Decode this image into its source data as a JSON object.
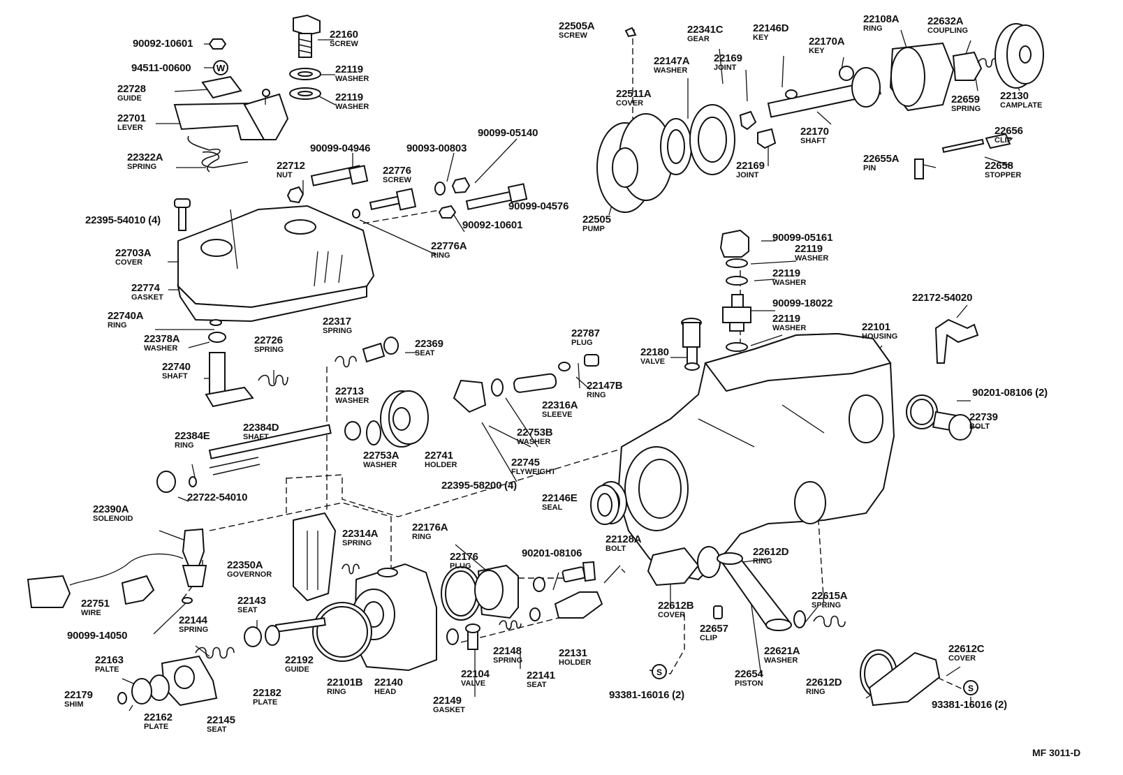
{
  "reference": "MF 3011-D",
  "parts": [
    {
      "key": "p90092_10601a",
      "number": "90092-10601",
      "name": ""
    },
    {
      "key": "p22160",
      "number": "22160",
      "name": "SCREW"
    },
    {
      "key": "p94511_00600",
      "number": "94511-00600",
      "name": ""
    },
    {
      "key": "p22119a",
      "number": "22119",
      "name": "WASHER"
    },
    {
      "key": "p22119b",
      "number": "22119",
      "name": "WASHER"
    },
    {
      "key": "p22728",
      "number": "22728",
      "name": "GUIDE"
    },
    {
      "key": "p22701",
      "number": "22701",
      "name": "LEVER"
    },
    {
      "key": "p22322a",
      "number": "22322A",
      "name": "SPRING"
    },
    {
      "key": "p90099_04946",
      "number": "90099-04946",
      "name": ""
    },
    {
      "key": "p90093_00803",
      "number": "90093-00803",
      "name": ""
    },
    {
      "key": "p90099_05140",
      "number": "90099-05140",
      "name": ""
    },
    {
      "key": "p22712",
      "number": "22712",
      "name": "NUT"
    },
    {
      "key": "p22776",
      "number": "22776",
      "name": "SCREW"
    },
    {
      "key": "p90099_04576",
      "number": "90099-04576",
      "name": ""
    },
    {
      "key": "p90092_10601b",
      "number": "90092-10601",
      "name": ""
    },
    {
      "key": "p22395_54010",
      "number": "22395-54010 (4)",
      "name": ""
    },
    {
      "key": "p22776a",
      "number": "22776A",
      "name": "RING"
    },
    {
      "key": "p22703a",
      "number": "22703A",
      "name": "COVER"
    },
    {
      "key": "p22774",
      "number": "22774",
      "name": "GASKET"
    },
    {
      "key": "p22740a",
      "number": "22740A",
      "name": "RING"
    },
    {
      "key": "p22378a",
      "number": "22378A",
      "name": "WASHER"
    },
    {
      "key": "p22317",
      "number": "22317",
      "name": "SPRING"
    },
    {
      "key": "p22726",
      "number": "22726",
      "name": "SPRING"
    },
    {
      "key": "p22369",
      "number": "22369",
      "name": "SEAT"
    },
    {
      "key": "p22740",
      "number": "22740",
      "name": "SHAFT"
    },
    {
      "key": "p22713",
      "number": "22713",
      "name": "WASHER"
    },
    {
      "key": "p22384e",
      "number": "22384E",
      "name": "RING"
    },
    {
      "key": "p22384d",
      "number": "22384D",
      "name": "SHAFT"
    },
    {
      "key": "p22753a",
      "number": "22753A",
      "name": "WASHER"
    },
    {
      "key": "p22741",
      "number": "22741",
      "name": "HOLDER"
    },
    {
      "key": "p22722_54010",
      "number": "22722-54010",
      "name": ""
    },
    {
      "key": "p22745",
      "number": "22745",
      "name": "FLYWEIGHT"
    },
    {
      "key": "p22316a",
      "number": "22316A",
      "name": "SLEEVE"
    },
    {
      "key": "p22753b",
      "number": "22753B",
      "name": "WASHER"
    },
    {
      "key": "p22787",
      "number": "22787",
      "name": "PLUG"
    },
    {
      "key": "p22147b",
      "number": "22147B",
      "name": "RING"
    },
    {
      "key": "p22390a",
      "number": "22390A",
      "name": "SOLENOID"
    },
    {
      "key": "p22395_58200",
      "number": "22395-58200 (4)",
      "name": ""
    },
    {
      "key": "p22146e",
      "number": "22146E",
      "name": "SEAL"
    },
    {
      "key": "p22314a",
      "number": "22314A",
      "name": "SPRING"
    },
    {
      "key": "p22176a",
      "number": "22176A",
      "name": "RING"
    },
    {
      "key": "p22176",
      "number": "22176",
      "name": "PLUG"
    },
    {
      "key": "p90201_08106a",
      "number": "90201-08106",
      "name": ""
    },
    {
      "key": "p22128a",
      "number": "22128A",
      "name": "BOLT"
    },
    {
      "key": "p22350a",
      "number": "22350A",
      "name": "GOVERNOR"
    },
    {
      "key": "p22751",
      "number": "22751",
      "name": "WIRE"
    },
    {
      "key": "p22143",
      "number": "22143",
      "name": "SEAT"
    },
    {
      "key": "p90099_14050",
      "number": "90099-14050",
      "name": ""
    },
    {
      "key": "p22144",
      "number": "22144",
      "name": "SPRING"
    },
    {
      "key": "p22163",
      "number": "22163",
      "name": "PALTE"
    },
    {
      "key": "p22179",
      "number": "22179",
      "name": "SHIM"
    },
    {
      "key": "p22162",
      "number": "22162",
      "name": "PLATE"
    },
    {
      "key": "p22145",
      "number": "22145",
      "name": "SEAT"
    },
    {
      "key": "p22182",
      "number": "22182",
      "name": "PLATE"
    },
    {
      "key": "p22192",
      "number": "22192",
      "name": "GUIDE"
    },
    {
      "key": "p22101b",
      "number": "22101B",
      "name": "RING"
    },
    {
      "key": "p22140",
      "number": "22140",
      "name": "HEAD"
    },
    {
      "key": "p22149",
      "number": "22149",
      "name": "GASKET"
    },
    {
      "key": "p22104",
      "number": "22104",
      "name": "VALVE"
    },
    {
      "key": "p22148",
      "number": "22148",
      "name": "SPRING"
    },
    {
      "key": "p22141",
      "number": "22141",
      "name": "SEAT"
    },
    {
      "key": "p22131",
      "number": "22131",
      "name": "HOLDER"
    },
    {
      "key": "p22612b",
      "number": "22612B",
      "name": "COVER"
    },
    {
      "key": "p22612d_a",
      "number": "22612D",
      "name": "RING"
    },
    {
      "key": "p22657",
      "number": "22657",
      "name": "CLIP"
    },
    {
      "key": "p22654",
      "number": "22654",
      "name": "PISTON"
    },
    {
      "key": "p22621a",
      "number": "22621A",
      "name": "WASHER"
    },
    {
      "key": "p22615a",
      "number": "22615A",
      "name": "SPRING"
    },
    {
      "key": "p22612c",
      "number": "22612C",
      "name": "COVER"
    },
    {
      "key": "p22612d_b",
      "number": "22612D",
      "name": "RING"
    },
    {
      "key": "p93381_a",
      "number": "93381-16016 (2)",
      "name": ""
    },
    {
      "key": "p93381_b",
      "number": "93381-16016 (2)",
      "name": ""
    },
    {
      "key": "p22505a",
      "number": "22505A",
      "name": "SCREW"
    },
    {
      "key": "p22341c",
      "number": "22341C",
      "name": "GEAR"
    },
    {
      "key": "p22146d",
      "number": "22146D",
      "name": "KEY"
    },
    {
      "key": "p22108a",
      "number": "22108A",
      "name": "RING"
    },
    {
      "key": "p22632a",
      "number": "22632A",
      "name": "COUPLING"
    },
    {
      "key": "p22170a",
      "number": "22170A",
      "name": "KEY"
    },
    {
      "key": "p22147a",
      "number": "22147A",
      "name": "WASHER"
    },
    {
      "key": "p22169a",
      "number": "22169",
      "name": "JOINT"
    },
    {
      "key": "p22511a",
      "number": "22511A",
      "name": "COVER"
    },
    {
      "key": "p22659",
      "number": "22659",
      "name": "SPRING"
    },
    {
      "key": "p22130",
      "number": "22130",
      "name": "CAMPLATE"
    },
    {
      "key": "p22170",
      "number": "22170",
      "name": "SHAFT"
    },
    {
      "key": "p22656",
      "number": "22656",
      "name": "CLIP"
    },
    {
      "key": "p22169b",
      "number": "22169",
      "name": "JOINT"
    },
    {
      "key": "p22655a",
      "number": "22655A",
      "name": "PIN"
    },
    {
      "key": "p22658",
      "number": "22658",
      "name": "STOPPER"
    },
    {
      "key": "p22505",
      "number": "22505",
      "name": "PUMP"
    },
    {
      "key": "p90099_05161",
      "number": "90099-05161",
      "name": ""
    },
    {
      "key": "p22119c",
      "number": "22119",
      "name": "WASHER"
    },
    {
      "key": "p22119d",
      "number": "22119",
      "name": "WASHER"
    },
    {
      "key": "p90099_18022",
      "number": "90099-18022",
      "name": ""
    },
    {
      "key": "p22119e",
      "number": "22119",
      "name": "WASHER"
    },
    {
      "key": "p22172_54020",
      "number": "22172-54020",
      "name": ""
    },
    {
      "key": "p22101",
      "number": "22101",
      "name": "HOUSING"
    },
    {
      "key": "p22180",
      "number": "22180",
      "name": "VALVE"
    },
    {
      "key": "p90201_08106b",
      "number": "90201-08106 (2)",
      "name": ""
    },
    {
      "key": "p22739",
      "number": "22739",
      "name": "BOLT"
    }
  ]
}
